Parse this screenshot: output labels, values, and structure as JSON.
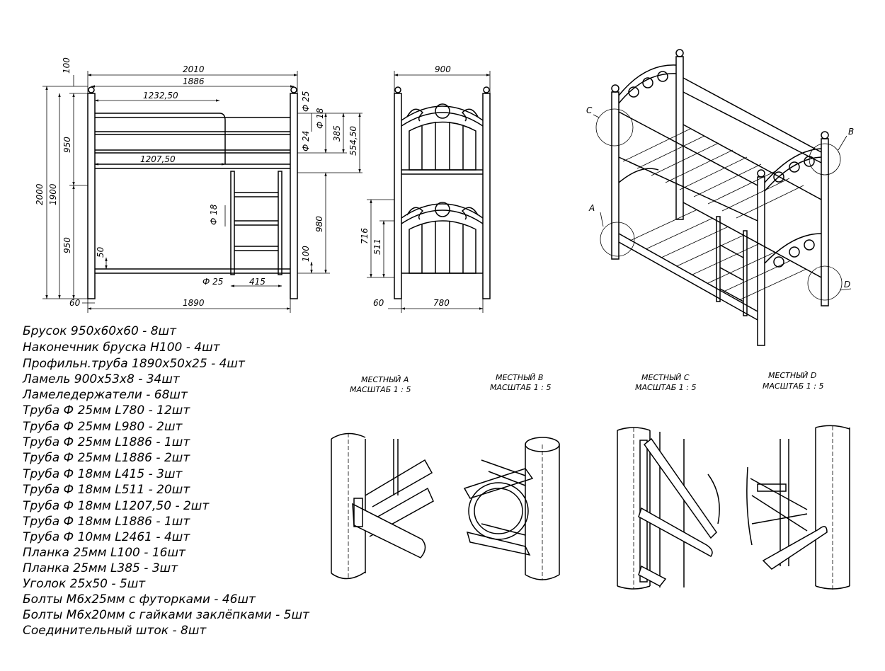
{
  "front_view": {
    "dims": {
      "top_overhang": "100",
      "overall_length": "2010",
      "rail_length": "1886",
      "upper_guard_length": "1232,50",
      "lower_guard_length": "1207,50",
      "total_height": "2000",
      "post_height": "1900",
      "upper_section": "950",
      "lower_section": "950",
      "post_dia": "Ф 25",
      "guard_dia": "Ф 18",
      "guard_dia_2": "Ф 24",
      "guard_height": "385",
      "guard_total": "554,50",
      "ladder_dia": "Ф 18",
      "ladder_height": "980",
      "ladder_foot": "100",
      "rail_clearance": "50",
      "bottom_tube_dia": "Ф 25",
      "ladder_width": "415",
      "post_width": "60",
      "inner_length": "1890"
    }
  },
  "side_view": {
    "dims": {
      "width": "900",
      "headboard_height": "716",
      "arch_height": "511",
      "post_width": "60",
      "inner_width": "780"
    }
  },
  "iso_view": {
    "callouts": [
      "C",
      "B",
      "A",
      "D"
    ]
  },
  "parts_list": [
    "Брусок 950х60х60 - 8шт",
    "Наконечник бруска Н100 - 4шт",
    "Профильн.труба 1890х50х25 - 4шт",
    "Ламель 900х53х8 - 34шт",
    "Ламеледержатели - 68шт",
    "Труба Ф 25мм L780 - 12шт",
    "Труба Ф 25мм L980 - 2шт",
    "Труба Ф 25мм L1886 - 1шт",
    "Труба Ф 25мм L1886 - 2шт",
    "Труба Ф 18мм L415 - 3шт",
    "Труба Ф 18мм L511 - 20шт",
    "Труба Ф 18мм L1207,50 - 2шт",
    "Труба Ф 18мм L1886 - 1шт",
    "Труба Ф 10мм L2461 - 4шт",
    "Планка 25мм L100 - 16шт",
    "Планка 25мм L385 - 3шт",
    "Уголок 25х50 - 5шт",
    "Болты М6х25мм с футорками - 46шт",
    "Болты М6х20мм с гайками заклёпками - 5шт",
    "Соединительный шток - 8шт"
  ],
  "detail_views": [
    {
      "title": "МЕСТНЫЙ A",
      "scale": "МАСШТАБ 1 : 5"
    },
    {
      "title": "МЕСТНЫЙ B",
      "scale": "МАСШТАБ 1 : 5"
    },
    {
      "title": "МЕСТНЫЙ C",
      "scale": "МАСШТАБ 1 : 5"
    },
    {
      "title": "МЕСТНЫЙ D",
      "scale": "МАСШТАБ 1 : 5"
    }
  ]
}
